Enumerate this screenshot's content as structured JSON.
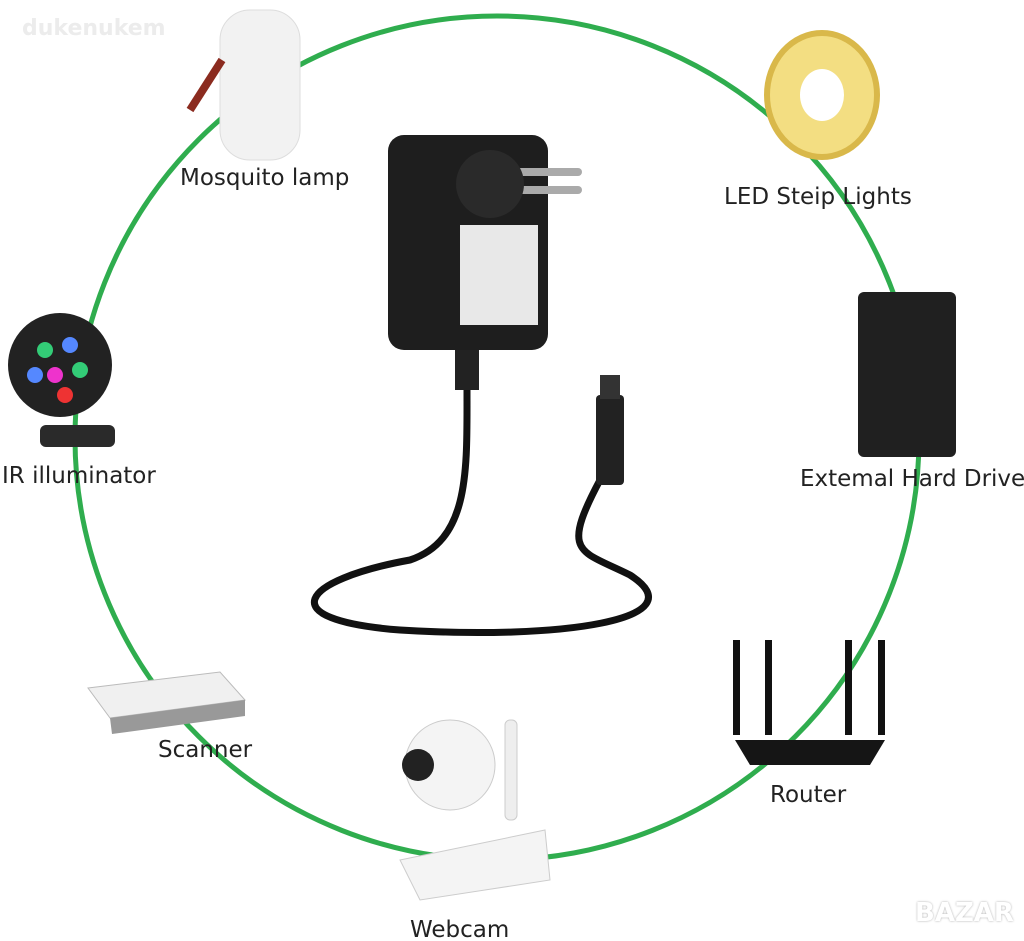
{
  "watermarks": {
    "top_left": "dukenukem",
    "bottom_right": "BAZAR"
  },
  "devices": [
    {
      "label": "Mosquito lamp",
      "icon": "mosquito-lamp-icon"
    },
    {
      "label": "LED Steip Lights",
      "icon": "led-strip-icon"
    },
    {
      "label": "IR illuminator",
      "icon": "ir-illuminator-icon"
    },
    {
      "label": "Extemal Hard Drive",
      "icon": "hard-drive-icon"
    },
    {
      "label": "Scanner",
      "icon": "scanner-icon"
    },
    {
      "label": "Router",
      "icon": "router-icon"
    },
    {
      "label": "Webcam",
      "icon": "webcam-icon"
    }
  ],
  "colors": {
    "ring": "#2fad4e",
    "adapter": "#1c1c1c"
  }
}
